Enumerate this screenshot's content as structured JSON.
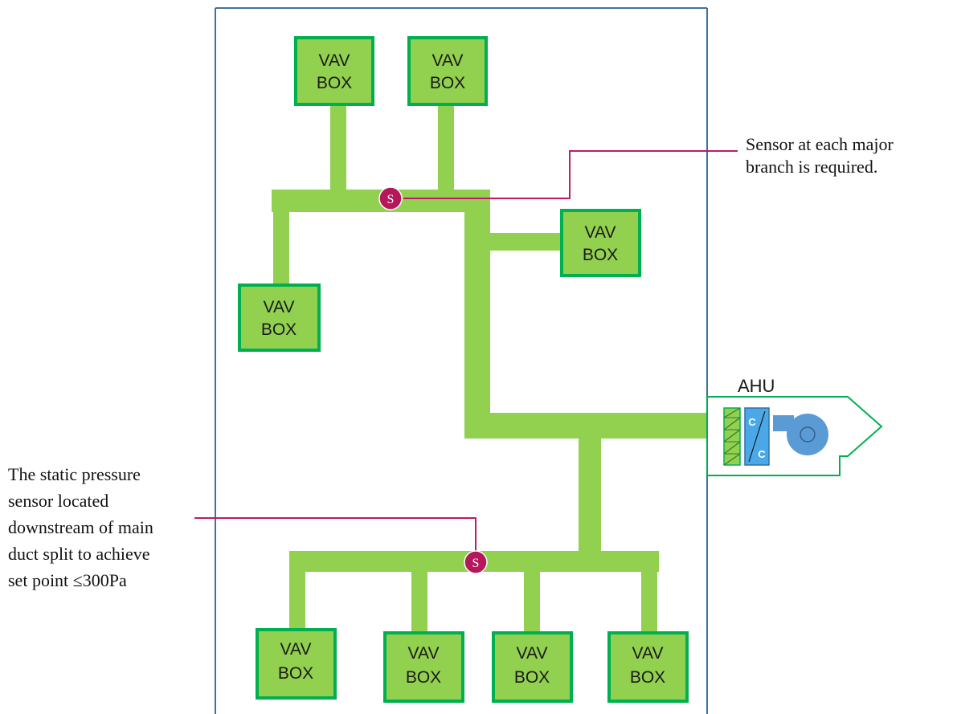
{
  "colors": {
    "duct": "#92d050",
    "box_fill": "#92d050",
    "box_border": "#00b050",
    "building_border": "#41719c",
    "leader_line": "#c0186b",
    "sensor_fill": "#b5175b",
    "coil_fill": "#4aa8e8",
    "fan_fill": "#5b9bd5"
  },
  "vav_boxes": [
    {
      "id": "top-left",
      "line1": "VAV",
      "line2": "BOX"
    },
    {
      "id": "top-right",
      "line1": "VAV",
      "line2": "BOX"
    },
    {
      "id": "right-branch",
      "line1": "VAV",
      "line2": "BOX"
    },
    {
      "id": "left-branch",
      "line1": "VAV",
      "line2": "BOX"
    },
    {
      "id": "bottom-1",
      "line1": "VAV",
      "line2": "BOX"
    },
    {
      "id": "bottom-2",
      "line1": "VAV",
      "line2": "BOX"
    },
    {
      "id": "bottom-3",
      "line1": "VAV",
      "line2": "BOX"
    },
    {
      "id": "bottom-4",
      "line1": "VAV",
      "line2": "BOX"
    }
  ],
  "sensors": [
    {
      "id": "upper",
      "label": "S"
    },
    {
      "id": "lower",
      "label": "S"
    }
  ],
  "ahu": {
    "label": "AHU",
    "coil_label_top": "C",
    "coil_label_bottom": "C"
  },
  "notes": {
    "upper": [
      "Sensor at each major",
      "branch is required."
    ],
    "lower": [
      "The static pressure",
      "sensor located",
      "downstream of main",
      "duct split to achieve",
      "set point ≤300Pa"
    ]
  }
}
